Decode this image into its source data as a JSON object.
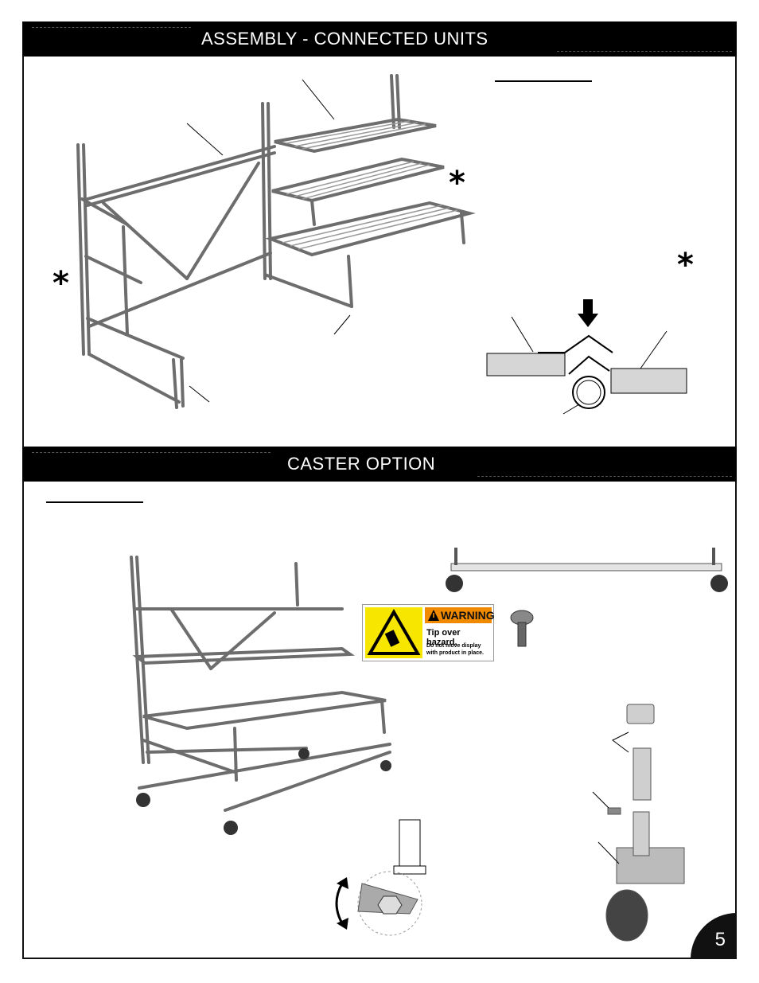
{
  "sections": {
    "assembly_title": "ASSEMBLY - CONNECTED UNITS",
    "caster_title": "CASTER OPTION"
  },
  "markers": {
    "asterisk": "*"
  },
  "warning_label": {
    "header": "WARNING",
    "hazard": "Tip over hazard.",
    "instruction": "Do not move display with product in place."
  },
  "icons": {
    "warning": "warning-triangle-icon",
    "rotate": "rotate-arrows-icon",
    "press_down": "arrow-down-icon"
  },
  "colors": {
    "bar": "#000000",
    "warning_yellow": "#f7e600",
    "warning_orange": "#f28a00"
  },
  "page": {
    "number": "5"
  }
}
